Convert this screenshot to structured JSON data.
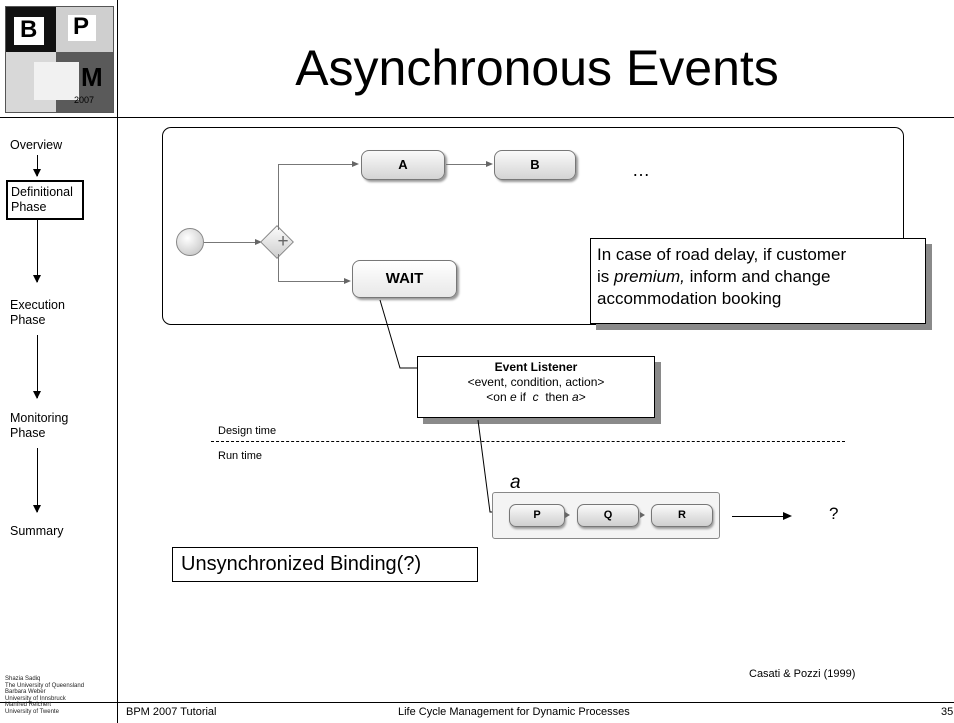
{
  "slide": {
    "title": "Asynchronous Events",
    "page_number": "35"
  },
  "logo": {
    "letters": [
      "B",
      "P",
      "M"
    ],
    "year": "2007"
  },
  "sidebar": {
    "items": [
      {
        "label": "Overview"
      },
      {
        "label": "Definitional\nPhase",
        "active": true
      },
      {
        "label": "Execution\nPhase"
      },
      {
        "label": "Monitoring\nPhase"
      },
      {
        "label": "Summary"
      }
    ],
    "credits": "Shazia Sadiq\nThe University of Queensland\nBarbara Weber\nUniversity of Innsbruck\nManfred Reichert\nUniversity of Twente"
  },
  "diagram": {
    "tasks": [
      "A",
      "B"
    ],
    "ellipsis": "…",
    "wait_task": "WAIT",
    "gateway_symbol": "+",
    "note_line1": "In case of road delay, if customer",
    "note_line2_pre": "is ",
    "note_line2_em": "premium,",
    "note_line2_post": " inform and change",
    "note_line3": "accommodation booking",
    "listener_title": "Event Listener",
    "listener_line1": "<event, condition, action>",
    "listener_line2_pre": "<on ",
    "listener_line2_e": "e",
    "listener_line2_mid": " if  ",
    "listener_line2_c": "c",
    "listener_line2_mid2": "  then ",
    "listener_line2_a": "a",
    "listener_line2_post": ">",
    "design_time": "Design time",
    "run_time": "Run time",
    "action_label": "a",
    "runtime_tasks": [
      "P",
      "Q",
      "R"
    ],
    "question": "?",
    "binding_label": "Unsynchronized Binding(?)",
    "citation": "Casati & Pozzi (1999)"
  },
  "footer": {
    "left": "BPM 2007 Tutorial",
    "center": "Life Cycle Management for Dynamic Processes"
  },
  "colors": {
    "task_fill": "#e0e0e0",
    "shadow": "#8a8a8a",
    "text": "#000000"
  }
}
